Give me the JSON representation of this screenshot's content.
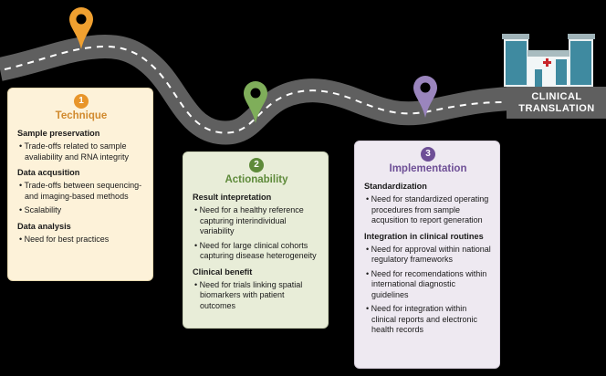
{
  "destination": {
    "line1": "CLINICAL",
    "line2": "TRANSLATION",
    "icon": "hospital-icon"
  },
  "colors": {
    "road": "#5f5f5f",
    "pin1": "#f0a030",
    "pin2": "#7fae5a",
    "pin3": "#9a85bd"
  },
  "stages": [
    {
      "number": "1",
      "title": "Technique",
      "sections": [
        {
          "heading": "Sample preservation",
          "items": [
            "Trade-offs related to sample avaliability and RNA integrity"
          ]
        },
        {
          "heading": "Data acqusition",
          "items": [
            "Trade-offs between sequencing- and imaging-based methods",
            "Scalability"
          ]
        },
        {
          "heading": "Data analysis",
          "items": [
            "Need for best practices"
          ]
        }
      ]
    },
    {
      "number": "2",
      "title": "Actionability",
      "sections": [
        {
          "heading": "Result intepretation",
          "items": [
            "Need for a healthy reference capturing interindividual variability",
            "Need for large clinical cohorts capturing disease heterogeneity"
          ]
        },
        {
          "heading": "Clinical benefit",
          "items": [
            "Need for trials linking spatial biomarkers with patient outcomes"
          ]
        }
      ]
    },
    {
      "number": "3",
      "title": "Implementation",
      "sections": [
        {
          "heading": "Standardization",
          "items": [
            "Need for standardized operating procedures from sample acqusition to report generation"
          ]
        },
        {
          "heading": "Integration in clinical routines",
          "items": [
            "Need for approval within national regulatory frameworks",
            "Need for recomendations within international diagnostic guidelines",
            "Need for integration within clinical reports and electronic health records"
          ]
        }
      ]
    }
  ]
}
